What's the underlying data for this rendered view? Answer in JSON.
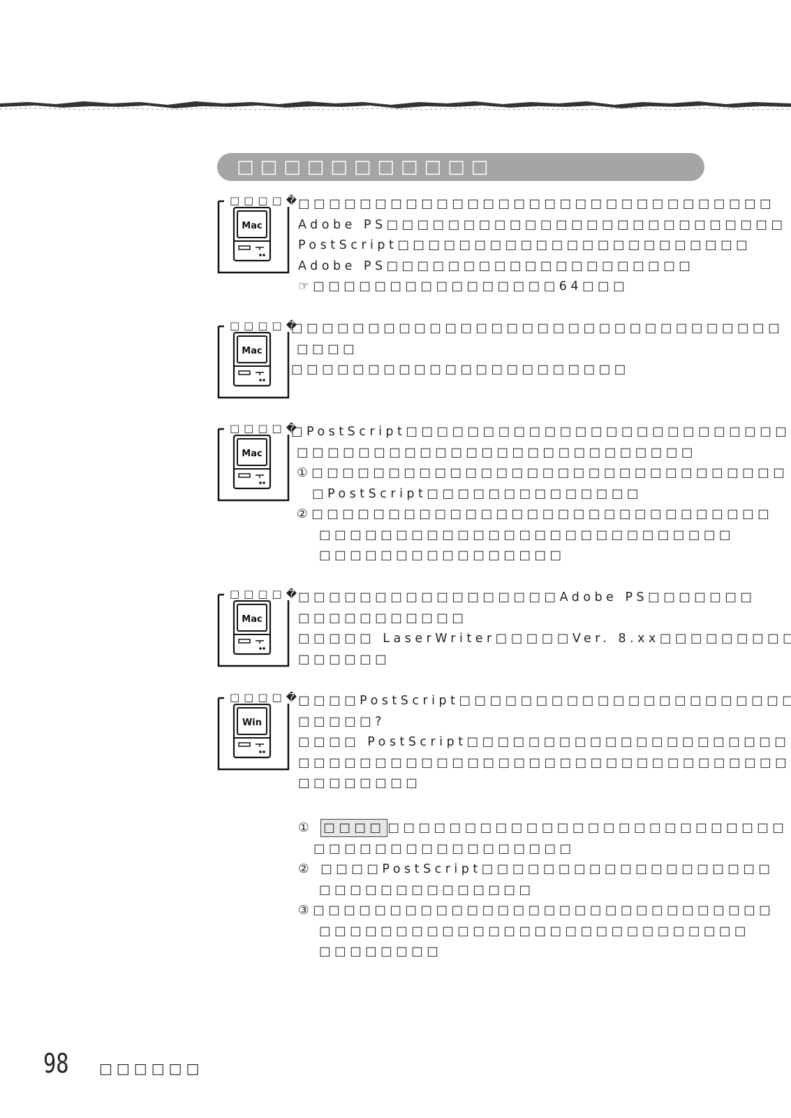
{
  "section_title": "□□□□□□□□□□□",
  "entries": [
    {
      "label": "□□□□�",
      "icon": "Mac",
      "lines": [
        "□□□□□□□□□□□□□□□□□□□□□□□□□□□□□□□",
        "Adobe PS□□□□□□□□□□□□□□□□□□□□□□□□□□",
        "PostScript□□□□□□□□□□□□□□□□□□□□□□□",
        "Adobe PS□□□□□□□□□□□□□□□□□□□□",
        "☞□□□□□□□□□□□□□□□□64□□□"
      ]
    },
    {
      "label": "□□□□�",
      "icon": "Mac",
      "lines": [
        "□□□□□□□□□□□□□□□□□□□□□□□□□□□□□□□□",
        "□□□□",
        "□□□□□□□□□□□□□□□□□□□□□□"
      ]
    },
    {
      "label": "□□□□�",
      "icon": "Mac",
      "lines": [
        "□PostScript□□□□□□□□□□□□□□□□□□□□□□□□□□",
        "□□□□□□□□□□□□□□□□□□□□□□□□□□",
        "①□□□□□□□□□□□□□□□□□□□□□□□□□□□□□□□",
        "□PostScript□□□□□□□□□□□□□□",
        "②□□□□□□□□□□□□□□□□□□□□□□□□□□□□□□",
        "□□□□□□□□□□□□□□□□□□□□□□□□□□□",
        "□□□□□□□□□□□□□□□□"
      ]
    },
    {
      "label": "□□□□�",
      "icon": "Mac",
      "lines": [
        "□□□□□□□□□□□□□□□□□Adobe PS□□□□□□□",
        "□□□□□□□□□□□",
        "□□□□□ LaserWriter□□□□□Ver. 8.xx□□□□□□□□□",
        "□□□□□□"
      ]
    },
    {
      "label": "□□□□�",
      "icon": "Win",
      "lines": [
        "□□□□PostScript□□□□□□□□□□□□□□□□□□□□□□",
        "□□□□□?",
        "□□□□ PostScript□□□□□□□□□□□□□□□□□□□□□",
        "□□□□□□□□□□□□□□□□□□□□□□□□□□□□□□□□",
        "□□□□□□□□"
      ]
    }
  ],
  "win_steps": {
    "step1_num": "①",
    "step1_box": "□□□□",
    "step1_rest": "□□□□□□□□□□□□□□□□□□□□□□□□□□",
    "step1_line2": "□□□□□□□□□□□□□□□□□",
    "step2_line1": "② □□□□PostScript□□□□□□□□□□□□□□□□□□□",
    "step2_line2": "□□□□□□□□□□□□□□",
    "step3_line1": "③□□□□□□□□□□□□□□□□□□□□□□□□□□□□□□",
    "step3_line2": "□□□□□□□□□□□□□□□□□□□□□□□□□□□□",
    "step3_line3": "□□□□□□□□"
  },
  "footer": {
    "page_number": "98",
    "section_name": "□□□□□□"
  }
}
